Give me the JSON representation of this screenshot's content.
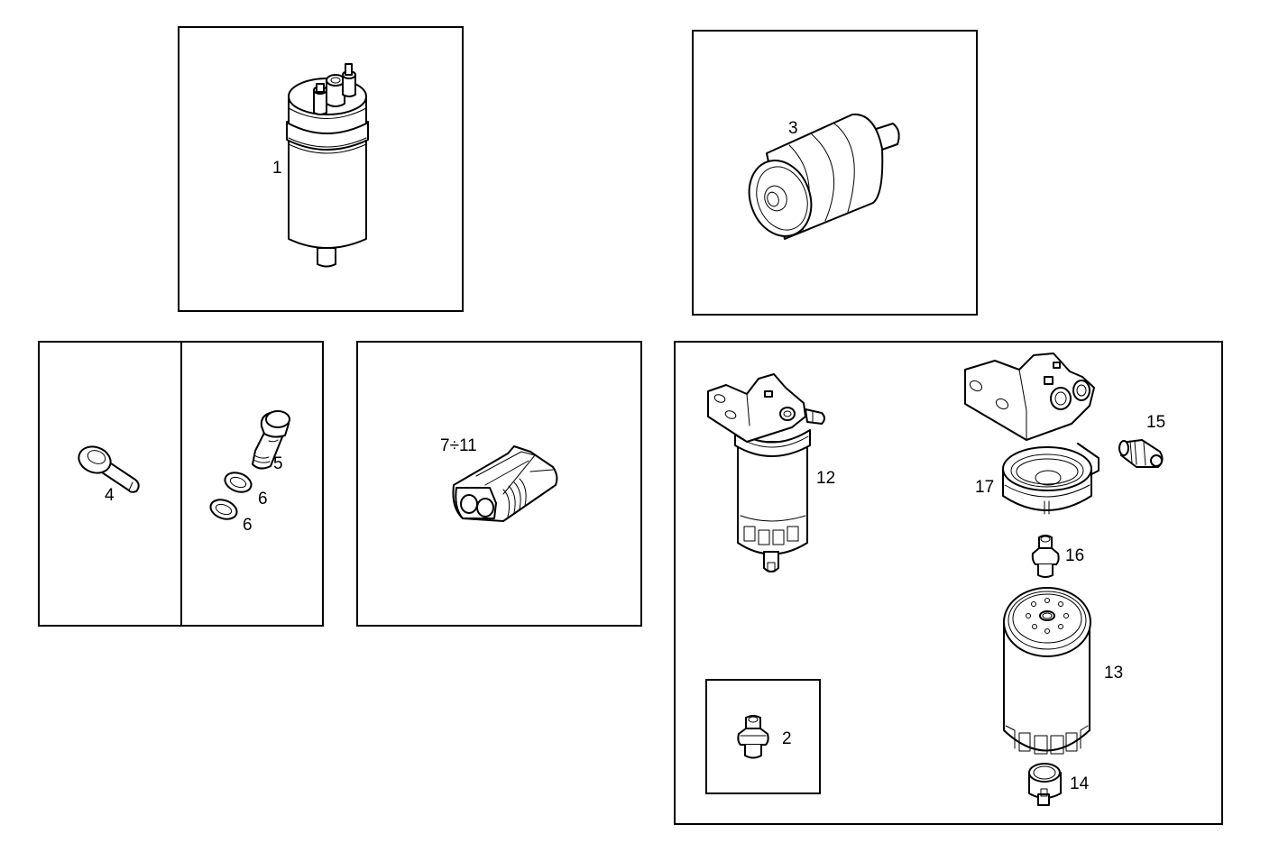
{
  "diagram": {
    "type": "exploded-parts-diagram",
    "colors": {
      "background": "#ffffff",
      "line": "#000000"
    },
    "frames": [
      {
        "id": "frame-1",
        "parts": [
          "1"
        ]
      },
      {
        "id": "frame-3",
        "parts": [
          "3"
        ]
      },
      {
        "id": "frame-4",
        "parts": [
          "4"
        ]
      },
      {
        "id": "frame-5-6",
        "parts": [
          "5",
          "6",
          "6"
        ]
      },
      {
        "id": "frame-7-11",
        "parts": [
          "7÷11"
        ]
      },
      {
        "id": "frame-12-17",
        "parts": [
          "12",
          "13",
          "14",
          "15",
          "16",
          "17"
        ]
      },
      {
        "id": "frame-2",
        "parts": [
          "2"
        ]
      }
    ],
    "callouts": {
      "p1": "1",
      "p2": "2",
      "p3": "3",
      "p4": "4",
      "p5": "5",
      "p6a": "6",
      "p6b": "6",
      "p7_11": "7÷11",
      "p12": "12",
      "p13": "13",
      "p14": "14",
      "p15": "15",
      "p16": "16",
      "p17": "17"
    },
    "part_icons": {
      "p1": "fuel-pump-icon",
      "p2": "fitting-nipple-icon",
      "p3": "inline-fuel-filter-icon",
      "p4": "banjo-fitting-icon",
      "p5": "banjo-bolt-icon",
      "p6": "sealing-washer-icon",
      "p7_11": "electrical-connector-icon",
      "p12": "fuel-filter-assembly-icon",
      "p13": "filter-cartridge-icon",
      "p14": "drain-cap-icon",
      "p15": "sensor-connector-icon",
      "p16": "valve-fitting-icon",
      "p17": "filter-bowl-icon"
    }
  }
}
